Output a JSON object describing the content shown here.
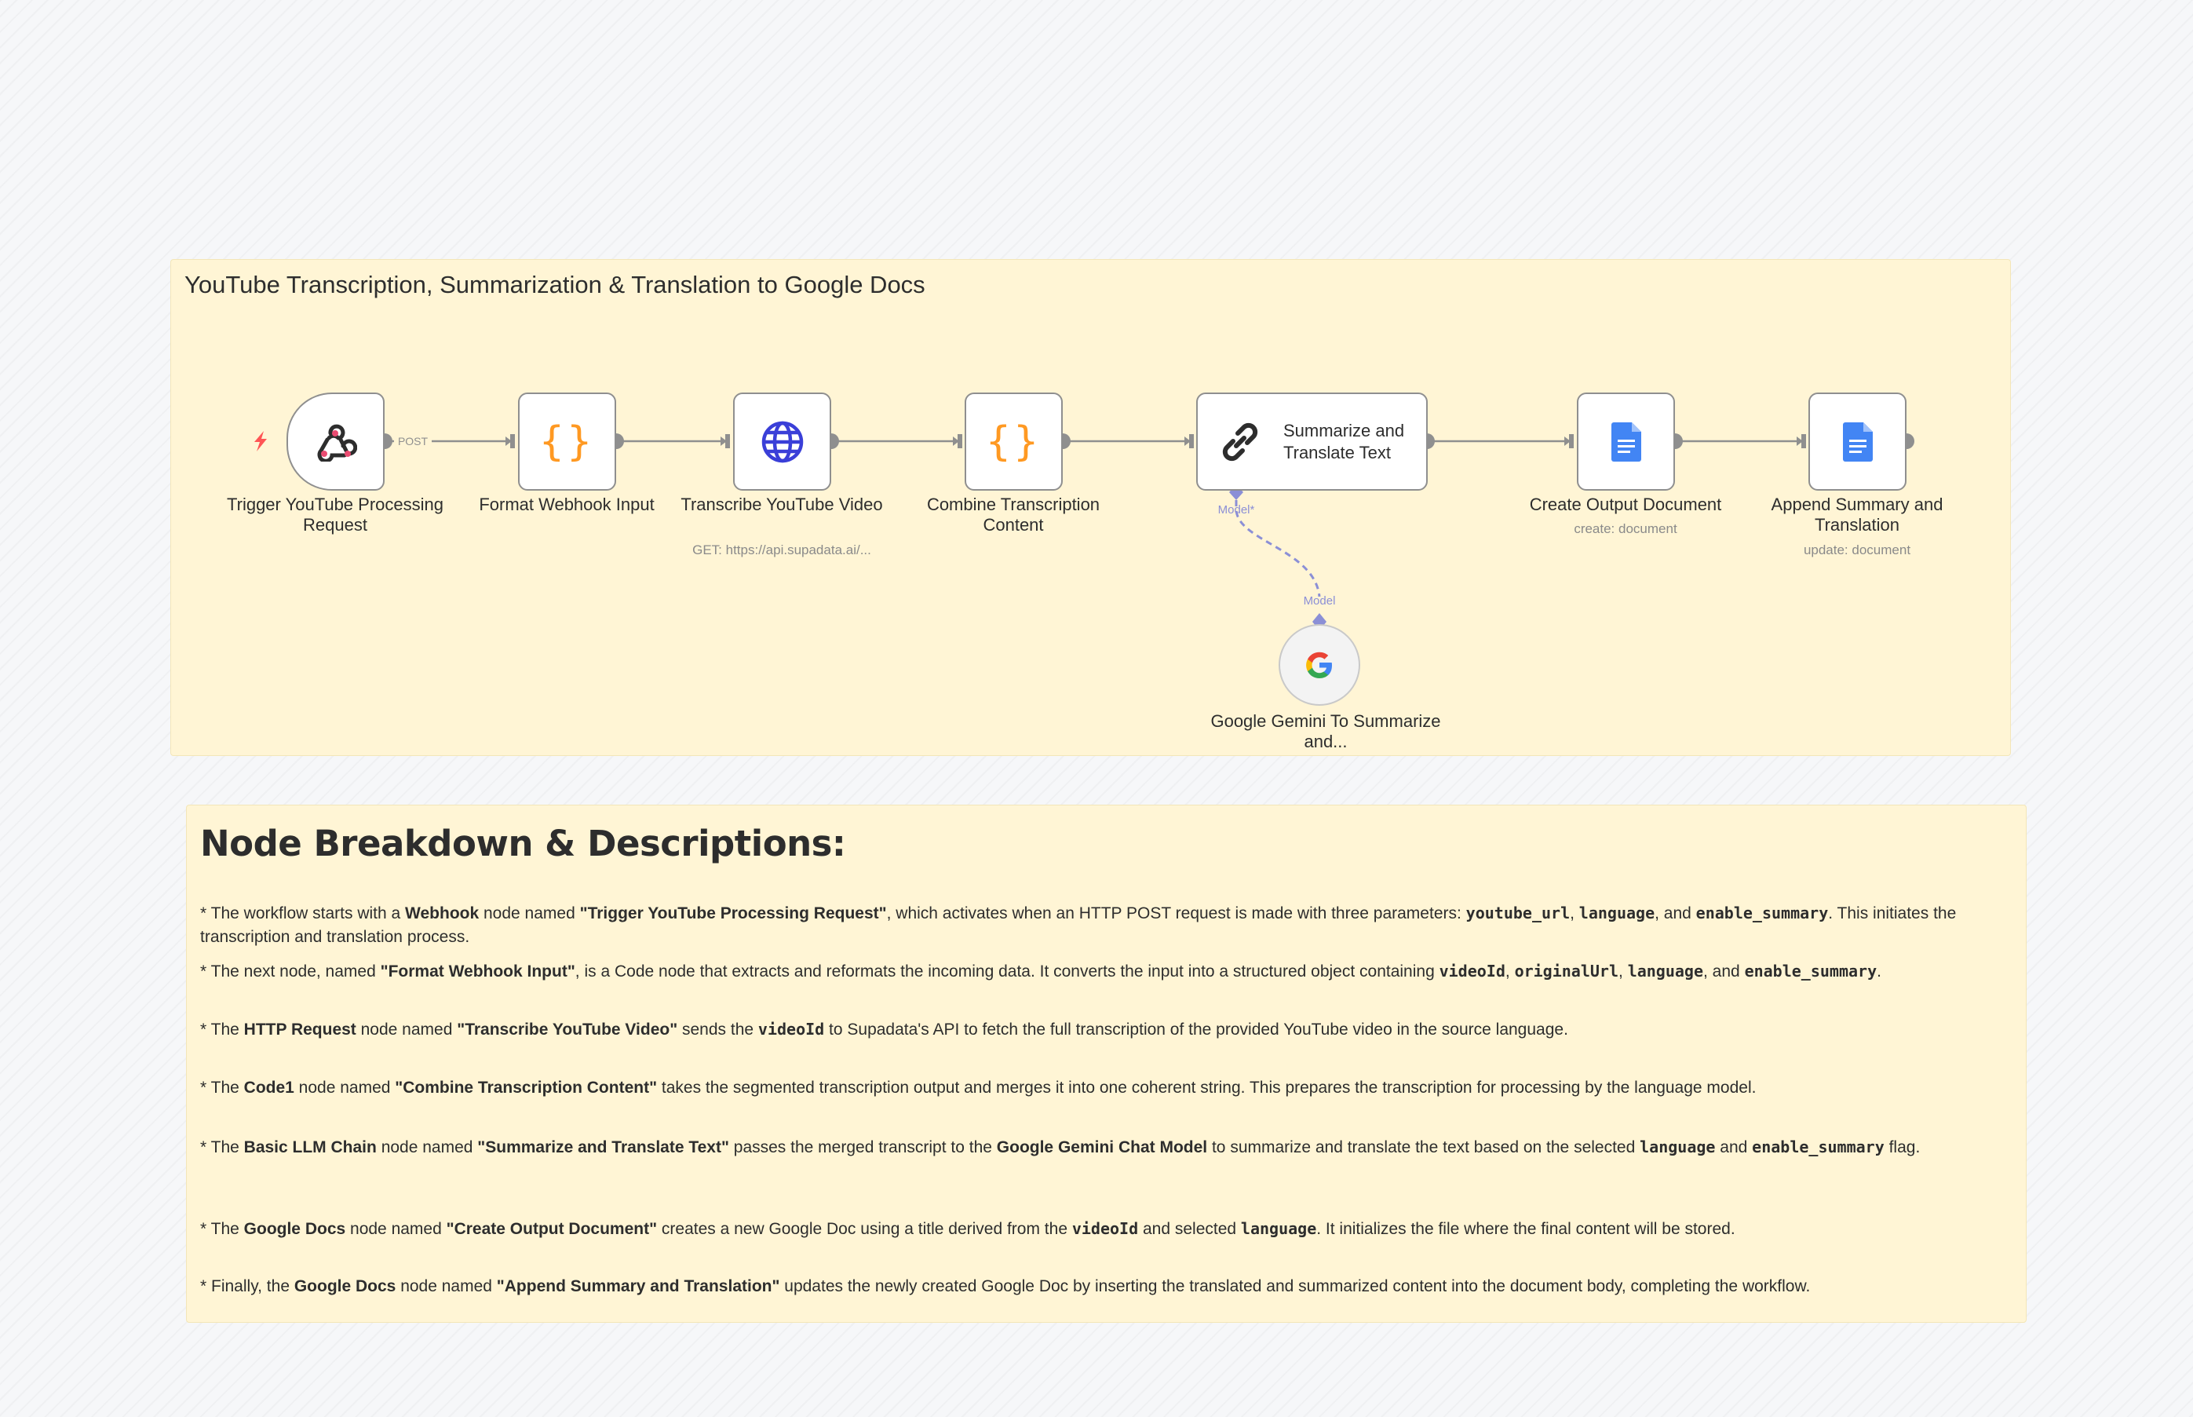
{
  "workflow": {
    "title": "YouTube Transcription, Summarization & Translation to Google Docs",
    "edge_post_label": "POST",
    "model_port_label": "Model*",
    "model_input_label": "Model",
    "nodes": [
      {
        "label": "Trigger YouTube Processing Request",
        "icon": "webhook-icon"
      },
      {
        "label": "Format Webhook Input",
        "icon": "code-braces-icon"
      },
      {
        "label": "Transcribe YouTube Video",
        "subtitle": "GET: https://api.supadata.ai/...",
        "icon": "globe-icon"
      },
      {
        "label": "Combine Transcription Content",
        "icon": "code-braces-icon"
      },
      {
        "label": "Summarize and Translate Text",
        "icon": "chain-link-icon"
      },
      {
        "label": "Create Output Document",
        "subtitle": "create: document",
        "icon": "google-docs-icon"
      },
      {
        "label": "Append Summary and Translation",
        "subtitle": "update: document",
        "icon": "google-docs-icon"
      }
    ],
    "sub_node": {
      "label": "Google Gemini To Summarize and...",
      "icon": "google-g-icon"
    }
  },
  "colors": {
    "sticky_bg": "#fff5d5",
    "code_orange": "#ff9922",
    "globe_blue": "#3a3fd8",
    "docs_blue": "#4285f4",
    "trigger_red": "#ff5555",
    "model_purple": "#8b8fd6"
  },
  "notes": {
    "heading": "Node Breakdown & Descriptions:",
    "items": [
      [
        {
          "t": "* The workflow starts with a "
        },
        {
          "t": "Webhook",
          "b": true
        },
        {
          "t": " node named "
        },
        {
          "t": "\"Trigger YouTube Processing Request\"",
          "b": true
        },
        {
          "t": ", which activates when an HTTP POST request is made with three parameters: "
        },
        {
          "t": "youtube_url",
          "c": true
        },
        {
          "t": ", "
        },
        {
          "t": "language",
          "c": true
        },
        {
          "t": ", and "
        },
        {
          "t": "enable_summary",
          "c": true
        },
        {
          "t": ". This initiates the transcription and translation process."
        }
      ],
      [
        {
          "t": "* The next node, named "
        },
        {
          "t": "\"Format Webhook Input\"",
          "b": true
        },
        {
          "t": ", is a Code node that extracts and reformats the incoming data. It converts the input into a structured object containing "
        },
        {
          "t": "videoId",
          "c": true
        },
        {
          "t": ", "
        },
        {
          "t": "originalUrl",
          "c": true
        },
        {
          "t": ", "
        },
        {
          "t": "language",
          "c": true
        },
        {
          "t": ", and "
        },
        {
          "t": "enable_summary",
          "c": true
        },
        {
          "t": "."
        }
      ],
      [
        {
          "t": "* The "
        },
        {
          "t": "HTTP Request",
          "b": true
        },
        {
          "t": " node named "
        },
        {
          "t": "\"Transcribe YouTube Video\"",
          "b": true
        },
        {
          "t": " sends the "
        },
        {
          "t": "videoId",
          "c": true
        },
        {
          "t": " to Supadata's API to fetch the full transcription of the provided YouTube video in the source language."
        }
      ],
      [
        {
          "t": "* The "
        },
        {
          "t": "Code1",
          "b": true
        },
        {
          "t": " node named "
        },
        {
          "t": "\"Combine Transcription Content\"",
          "b": true
        },
        {
          "t": " takes the segmented transcription output and merges it into one coherent string. This prepares the transcription for processing by the language model."
        }
      ],
      [
        {
          "t": "* The "
        },
        {
          "t": "Basic LLM Chain",
          "b": true
        },
        {
          "t": " node named "
        },
        {
          "t": "\"Summarize and Translate Text\"",
          "b": true
        },
        {
          "t": " passes the merged transcript to the "
        },
        {
          "t": "Google Gemini Chat Model",
          "b": true
        },
        {
          "t": " to summarize and translate the text based on the selected "
        },
        {
          "t": "language",
          "c": true
        },
        {
          "t": " and "
        },
        {
          "t": "enable_summary",
          "c": true
        },
        {
          "t": " flag."
        }
      ],
      [
        {
          "t": "* The "
        },
        {
          "t": "Google Docs",
          "b": true
        },
        {
          "t": " node named "
        },
        {
          "t": "\"Create Output Document\"",
          "b": true
        },
        {
          "t": " creates a new Google Doc using a title derived from the "
        },
        {
          "t": "videoId",
          "c": true
        },
        {
          "t": " and selected "
        },
        {
          "t": "language",
          "c": true
        },
        {
          "t": ". It initializes the file where the final content will be stored."
        }
      ],
      [
        {
          "t": "* Finally, the "
        },
        {
          "t": "Google Docs",
          "b": true
        },
        {
          "t": " node named "
        },
        {
          "t": "\"Append Summary and Translation\"",
          "b": true
        },
        {
          "t": " updates the newly created Google Doc by inserting the translated and summarized content into the document body, completing the workflow."
        }
      ]
    ]
  }
}
